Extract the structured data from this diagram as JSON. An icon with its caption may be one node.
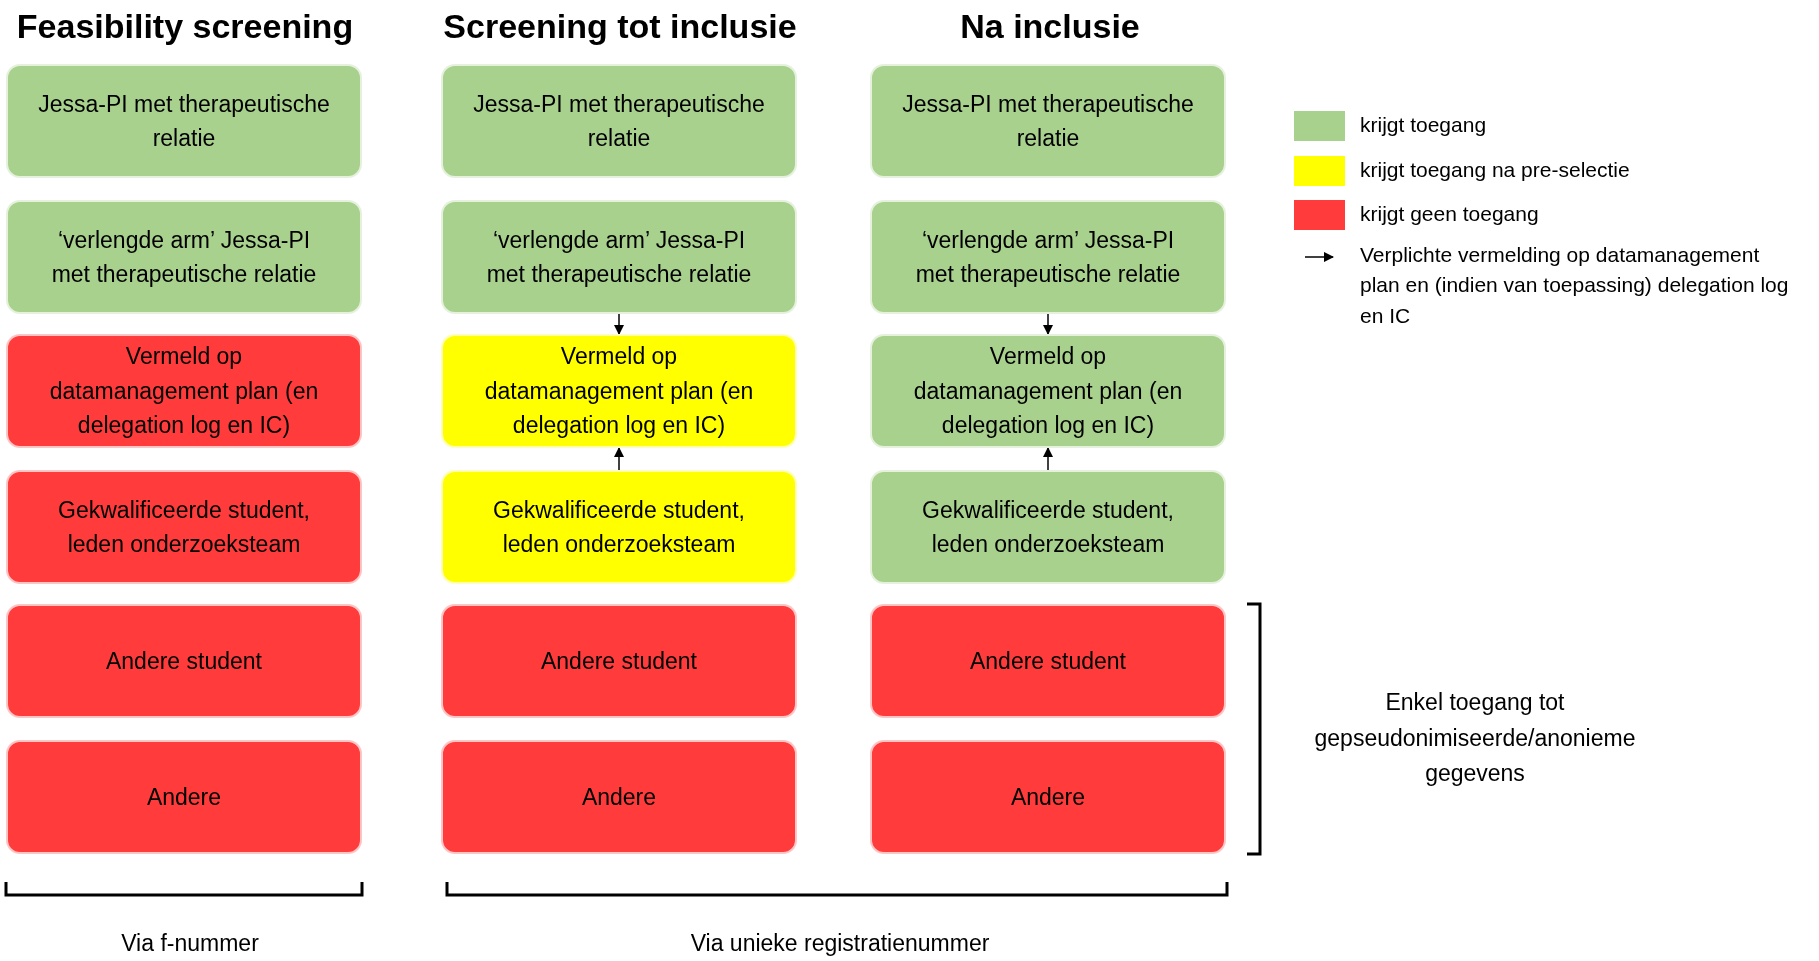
{
  "diagram": {
    "nodes": [
      {
        "text": [
          "Jessa-PI met therapeutische relatie"
        ]
      },
      {
        "text": [
          "‘verlengde arm’ Jessa-PI met therapeutische relatie"
        ]
      },
      {
        "text": [
          "Vermeld op datamanagement plan (en delegation log en IC)"
        ]
      },
      {
        "text": [
          "Gekwalificeerde student, leden onderzoeksteam"
        ]
      },
      {
        "text": [
          "Andere student"
        ]
      },
      {
        "text": [
          "Andere"
        ]
      },
      {
        "text": [
          "Jessa-PI met therapeutische relatie"
        ]
      },
      {
        "text": [
          "‘verlengde arm’ Jessa-PI met therapeutische relatie"
        ]
      },
      {
        "text": [
          "Vermeld op datamanagement plan (en delegation log en IC)"
        ]
      },
      {
        "text": [
          "Gekwalificeerde student, leden onderzoeksteam"
        ]
      },
      {
        "text": [
          "Andere student"
        ]
      },
      {
        "text": [
          "Andere"
        ]
      },
      {
        "text": [
          "Jessa-PI met therapeutische relatie"
        ]
      },
      {
        "text": [
          "‘verlengde arm’ Jessa-PI met therapeutische relatie"
        ]
      },
      {
        "text": [
          "Vermeld op datamanagement plan (en delegation log en IC)"
        ]
      },
      {
        "text": [
          "Gekwalificeerde student, leden onderzoeksteam"
        ]
      },
      {
        "text": [
          "Andere student"
        ]
      },
      {
        "text": [
          "Andere"
        ]
      }
    ],
    "edges": [
      {
        "from": 7,
        "to": 8,
        "arrow": "to"
      },
      {
        "from": 9,
        "to": 8,
        "arrow": "to"
      },
      {
        "from": 13,
        "to": 14,
        "arrow": "to"
      },
      {
        "from": 15,
        "to": 14,
        "arrow": "to"
      }
    ],
    "labels": [
      "Feasibility screening",
      "Screening tot inclusie",
      "Na inclusie",
      "Enkel toegang tot gepseudonimiseerde/anonieme gegevens",
      "Via f-nummer",
      "Via unieke registratienummer"
    ],
    "legend": [
      {
        "text": "krijgt toegang",
        "color": "#a9d18e"
      },
      {
        "text": "krijgt toegang na pre-selectie",
        "color": "#ffff00"
      },
      {
        "text": "krijgt geen toegang",
        "color": "#ff3b3b"
      },
      {
        "text": "Verplichte vermelding op datamanagement plan en (indien van toepassing) delegation log en IC"
      }
    ]
  }
}
